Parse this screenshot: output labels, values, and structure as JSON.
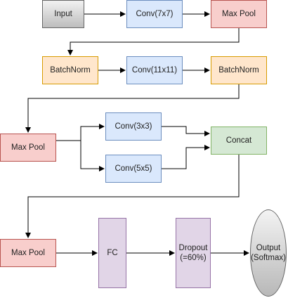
{
  "nodes": {
    "input": "Input",
    "conv7": "Conv(7x7)",
    "maxpool1": "Max Pool",
    "batchnorm1": "BatchNorm",
    "conv11": "Conv(11x11)",
    "batchnorm2": "BatchNorm",
    "maxpool2": "Max Pool",
    "conv3": "Conv(3x3)",
    "conv5": "Conv(5x5)",
    "concat": "Concat",
    "maxpool3": "Max Pool",
    "fc": "FC",
    "dropout": "Dropout\n(=60%)",
    "output": "Output\n(Softmax)"
  },
  "colors": {
    "input": "#bdbdbd",
    "conv": "#dae8fc",
    "maxpool": "#f8cecc",
    "batchnorm": "#ffe6cc",
    "concat": "#d5e8d4",
    "dense": "#e1d5e7",
    "edge": "#000000"
  }
}
